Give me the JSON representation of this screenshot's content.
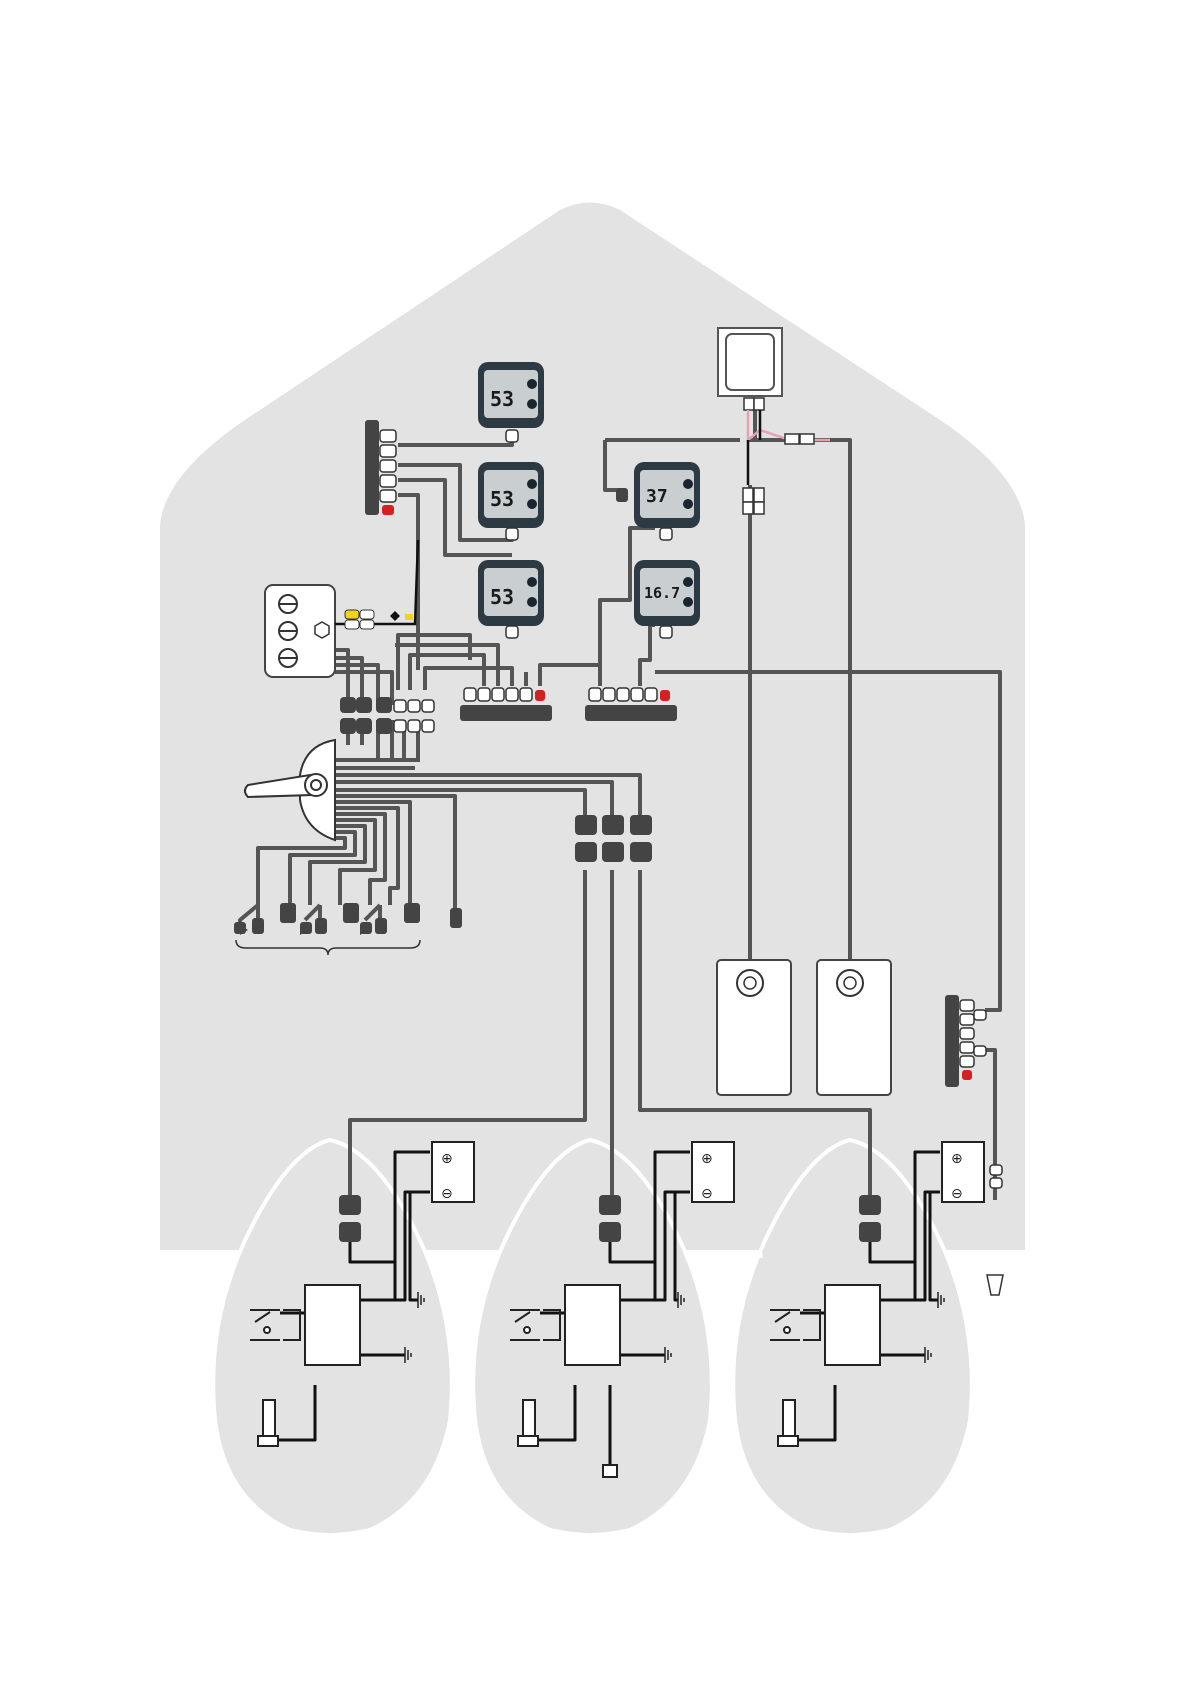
{
  "gauges": [
    {
      "id": "gauge-1",
      "reading": "53"
    },
    {
      "id": "gauge-2",
      "reading": "53"
    },
    {
      "id": "gauge-3",
      "reading": "53"
    },
    {
      "id": "gauge-4",
      "reading": "37"
    },
    {
      "id": "gauge-5",
      "reading": "16.7"
    }
  ],
  "battery_symbols": {
    "positive": "⊕",
    "negative": "⊖"
  },
  "colors": {
    "hull": "#e3e3e3",
    "wire": "#555555",
    "wire_black": "#111111",
    "connector": "#444444",
    "fuse_yellow": "#f2d21b",
    "pink_wire": "#e8a0b4",
    "terminator_red": "#d32020",
    "gauge_bezel": "#2d3a44",
    "gauge_screen": "#c9ced1"
  },
  "icons": [
    "ignition-switch-panel-icon",
    "throttle-lever-icon",
    "fuel-tank-icon",
    "battery-icon",
    "engine-ecu-icon",
    "ground-icon",
    "fuel-sender-icon",
    "display-unit-icon"
  ]
}
